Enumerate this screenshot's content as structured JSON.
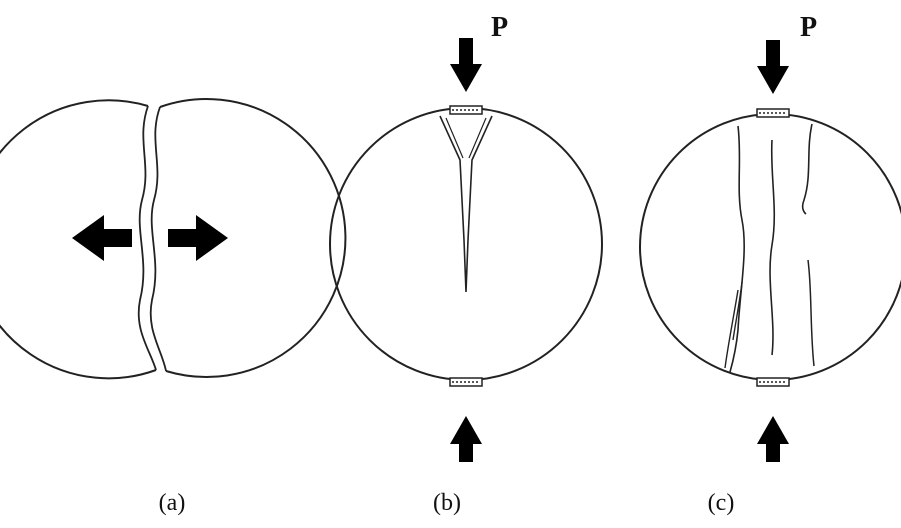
{
  "panels": [
    {
      "caption": "(a)"
    },
    {
      "caption": "(b)",
      "load_label": "P"
    },
    {
      "caption": "(c)",
      "load_label": "P"
    }
  ]
}
